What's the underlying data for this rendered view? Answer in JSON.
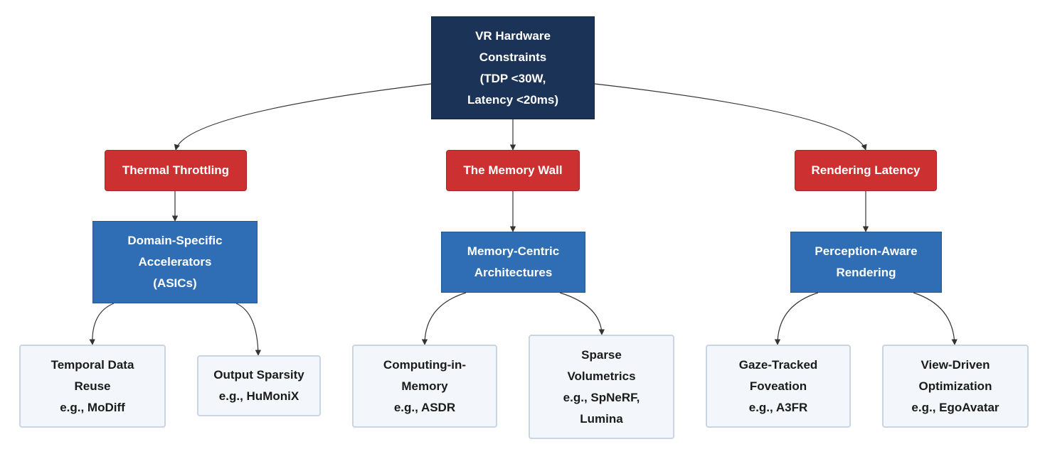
{
  "root": {
    "label": "VR Hardware\nConstraints\n(TDP <30W,\nLatency <20ms)"
  },
  "problems": [
    {
      "label": "Thermal Throttling"
    },
    {
      "label": "The Memory Wall"
    },
    {
      "label": "Rendering Latency"
    }
  ],
  "solutions": [
    {
      "label": "Domain-Specific\nAccelerators\n(ASICs)"
    },
    {
      "label": "Memory-Centric\nArchitectures"
    },
    {
      "label": "Perception-Aware\nRendering"
    }
  ],
  "examples": [
    {
      "label": "Temporal Data\nReuse\ne.g., MoDiff"
    },
    {
      "label": "Output Sparsity\ne.g., HuMoniX"
    },
    {
      "label": "Computing-in-\nMemory\ne.g., ASDR"
    },
    {
      "label": "Sparse\nVolumetrics\ne.g., SpNeRF,\nLumina"
    },
    {
      "label": "Gaze-Tracked\nFoveation\ne.g., A3FR"
    },
    {
      "label": "View-Driven\nOptimization\ne.g., EgoAvatar"
    }
  ],
  "colors": {
    "root": "#1c3358",
    "problem": "#cc3030",
    "solution": "#2f6db5",
    "example_fill": "#f3f7fb",
    "example_border": "#c9d5e1",
    "edge": "#333333"
  }
}
